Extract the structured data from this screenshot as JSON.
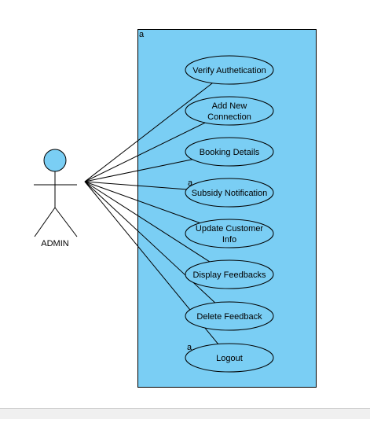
{
  "diagram": {
    "system_boundary": {
      "label": "a",
      "fill": "#7acef4",
      "stroke": "#000000"
    },
    "actor": {
      "name": "ADMIN",
      "head_fill": "#7acef4"
    },
    "use_cases": [
      {
        "lines": [
          "Verify Authetication"
        ]
      },
      {
        "lines": [
          "Add New",
          "Connection"
        ]
      },
      {
        "lines": [
          "Booking Details"
        ]
      },
      {
        "lines": [
          "Subsidy Notification"
        ]
      },
      {
        "lines": [
          "Update Customer",
          "Info"
        ]
      },
      {
        "lines": [
          "Display Feedbacks"
        ]
      },
      {
        "lines": [
          "Delete Feedback"
        ]
      },
      {
        "lines": [
          "Logout"
        ]
      }
    ],
    "extra_labels": {
      "subsidy_marker": "a",
      "logout_marker": "a"
    }
  }
}
